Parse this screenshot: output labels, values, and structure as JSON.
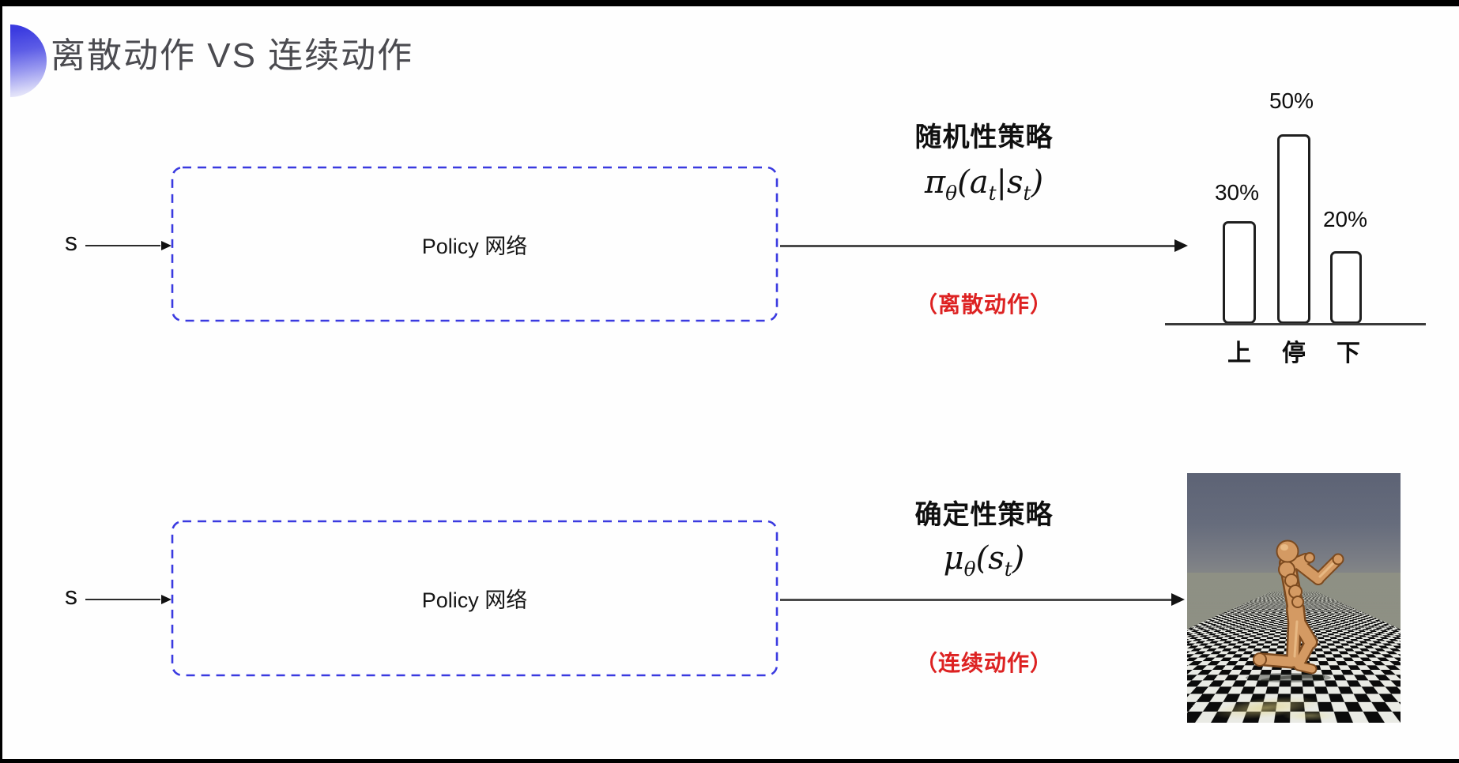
{
  "slide": {
    "title": "离散动作 VS 连续动作"
  },
  "stochastic": {
    "input_label": "s",
    "box_label": "Policy 网络",
    "policy_name": "随机性策略",
    "formula": {
      "base": "π",
      "base_sub": "θ",
      "open": "(",
      "arg1": "a",
      "arg1_sub": "t",
      "pipe": "|",
      "arg2": "s",
      "arg2_sub": "t",
      "close": ")"
    },
    "action_type_caption": "（离散动作）",
    "bar_chart": {
      "type": "bar",
      "categories": [
        "上",
        "停",
        "下"
      ],
      "values": [
        30,
        50,
        20
      ],
      "value_labels": [
        "30%",
        "50%",
        "20%"
      ]
    }
  },
  "deterministic": {
    "input_label": "s",
    "box_label": "Policy 网络",
    "policy_name": "确定性策略",
    "formula": {
      "base": "μ",
      "base_sub": "θ",
      "open": "(",
      "arg1": "s",
      "arg1_sub": "t",
      "close": ")"
    },
    "action_type_caption": "（连续动作）",
    "illustration": "mujoco-humanoid-robot-on-checkered-floor"
  },
  "colors": {
    "accent_blue": "#3a3ae0",
    "caption_red": "#dd2222",
    "title_gray": "#4b4b50"
  }
}
